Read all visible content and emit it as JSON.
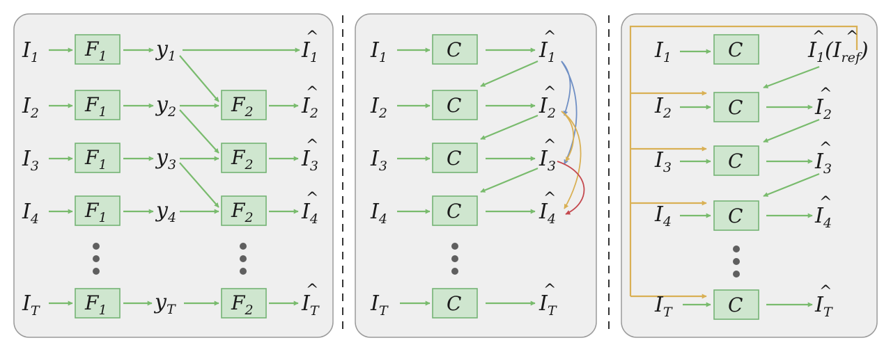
{
  "symbols": {
    "I": "I",
    "y": "y",
    "hat": "^",
    "F": "F",
    "C": "C",
    "open_paren": "(",
    "close_paren": ")"
  },
  "subscripts": {
    "one": "1",
    "two": "2",
    "three": "3",
    "four": "4",
    "T": "T",
    "ref": "ref"
  },
  "colors": {
    "panel_fill": "#efefef",
    "box_fill": "#cfe6cf",
    "green_arrow": "#79bb6d",
    "yellow_arrow": "#d9b054",
    "blue_arrow": "#6f8fc4",
    "red_arrow": "#c4484e"
  }
}
